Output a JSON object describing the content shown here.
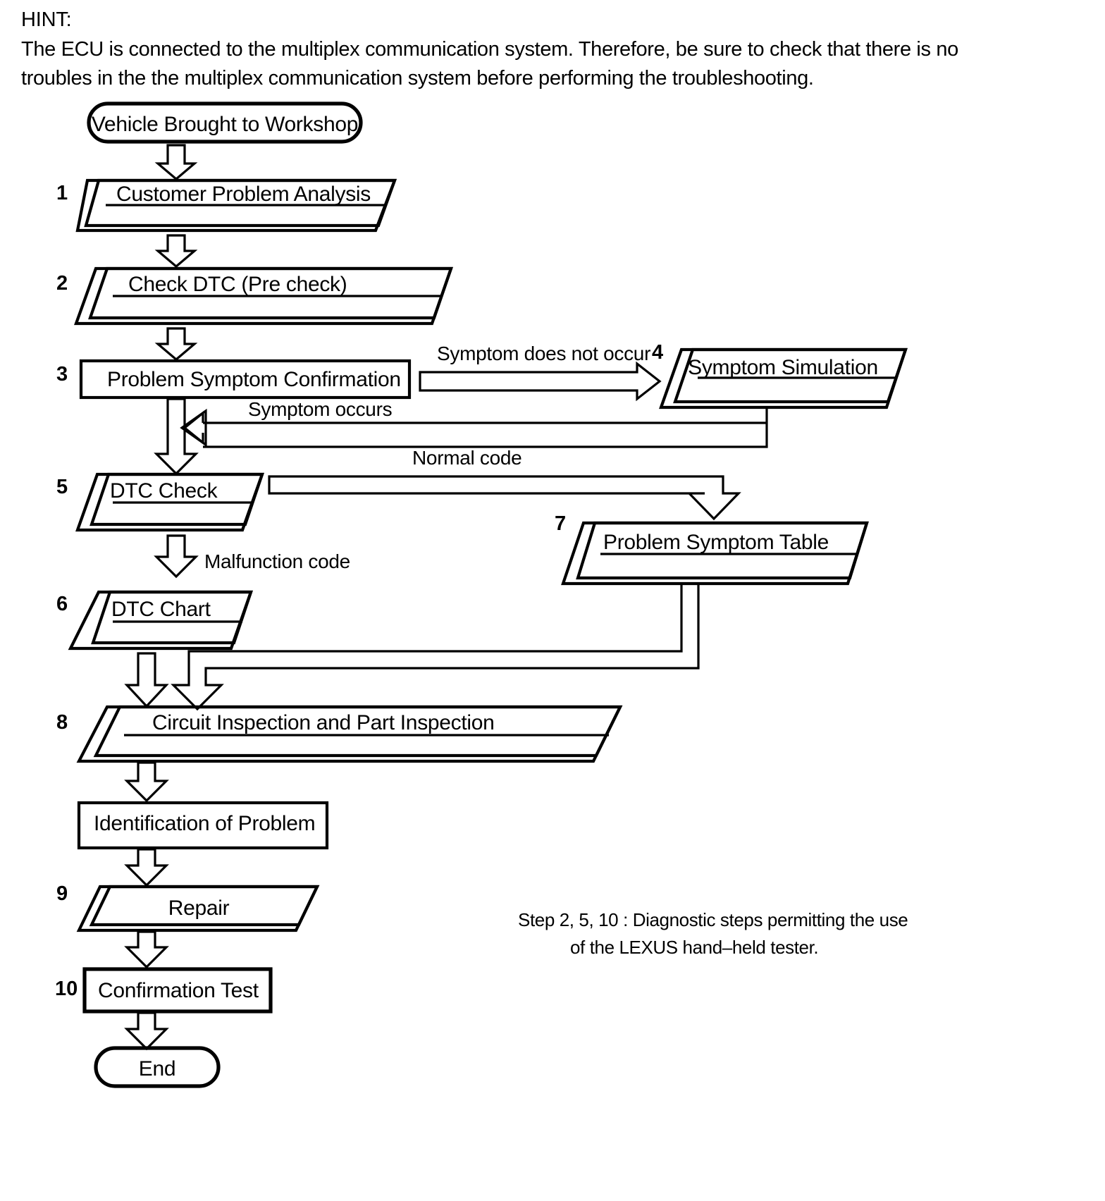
{
  "hint": {
    "label": "HINT:",
    "text": "The ECU is connected to the multiplex communication system. Therefore, be sure to check that there is no troubles in the the multiplex communication system before performing the troubleshooting."
  },
  "footnote": {
    "line1": "Step 2, 5, 10 : Diagnostic steps permitting the use",
    "line2": "of the LEXUS hand–held tester."
  },
  "flowchart": {
    "type": "flowchart",
    "title": "Troubleshooting Procedure",
    "start_node": "Vehicle Brought to Workshop",
    "end_node": "End",
    "nodes": [
      {
        "id": "start",
        "step": "",
        "label": "Vehicle Brought to Workshop",
        "shape": "stadium"
      },
      {
        "id": "n1",
        "step": "1",
        "label": "Customer Problem Analysis",
        "shape": "stacked-parallelogram"
      },
      {
        "id": "n2",
        "step": "2",
        "label": "Check DTC (Pre check)",
        "shape": "stacked-parallelogram"
      },
      {
        "id": "n3",
        "step": "3",
        "label": "Problem Symptom Confirmation",
        "shape": "rectangle"
      },
      {
        "id": "n4",
        "step": "4",
        "label": "Symptom Simulation",
        "shape": "stacked-parallelogram"
      },
      {
        "id": "n5",
        "step": "5",
        "label": "DTC Check",
        "shape": "stacked-parallelogram"
      },
      {
        "id": "n6",
        "step": "6",
        "label": "DTC Chart",
        "shape": "stacked-parallelogram"
      },
      {
        "id": "n7",
        "step": "7",
        "label": "Problem Symptom Table",
        "shape": "stacked-parallelogram"
      },
      {
        "id": "n8",
        "step": "8",
        "label": "Circuit Inspection and Part Inspection",
        "shape": "stacked-parallelogram"
      },
      {
        "id": "nid",
        "step": "",
        "label": "Identification of Problem",
        "shape": "rectangle"
      },
      {
        "id": "n9",
        "step": "9",
        "label": "Repair",
        "shape": "parallelogram"
      },
      {
        "id": "n10",
        "step": "10",
        "label": "Confirmation Test",
        "shape": "rectangle"
      },
      {
        "id": "end",
        "step": "",
        "label": "End",
        "shape": "stadium"
      }
    ],
    "edges": [
      {
        "from": "start",
        "to": "n1",
        "label": ""
      },
      {
        "from": "n1",
        "to": "n2",
        "label": ""
      },
      {
        "from": "n2",
        "to": "n3",
        "label": ""
      },
      {
        "from": "n3",
        "to": "n4",
        "label": "Symptom does not occur"
      },
      {
        "from": "n4",
        "to": "n5",
        "label": "Symptom occurs"
      },
      {
        "from": "n3",
        "to": "n5",
        "label": ""
      },
      {
        "from": "n5",
        "to": "n7",
        "label": "Normal code"
      },
      {
        "from": "n5",
        "to": "n6",
        "label": "Malfunction code"
      },
      {
        "from": "n6",
        "to": "n8",
        "label": ""
      },
      {
        "from": "n7",
        "to": "n8",
        "label": ""
      },
      {
        "from": "n8",
        "to": "nid",
        "label": ""
      },
      {
        "from": "nid",
        "to": "n9",
        "label": ""
      },
      {
        "from": "n9",
        "to": "n10",
        "label": ""
      },
      {
        "from": "n10",
        "to": "end",
        "label": ""
      }
    ],
    "edge_labels": {
      "symptom_not_occur": "Symptom does not occur",
      "symptom_occurs": "Symptom occurs",
      "normal_code": "Normal code",
      "malfunction_code": "Malfunction code"
    },
    "step_numbers": [
      "1",
      "2",
      "3",
      "4",
      "5",
      "6",
      "7",
      "8",
      "9",
      "10"
    ]
  },
  "colors": {
    "ink": "#000000",
    "paper": "#ffffff"
  }
}
